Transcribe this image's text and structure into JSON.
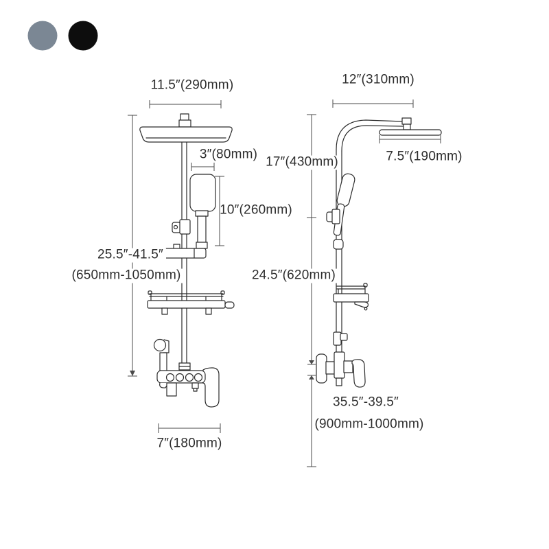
{
  "product_diagram": {
    "color_swatches": [
      {
        "name": "grey",
        "color": "#7b8794"
      },
      {
        "name": "black",
        "color": "#0d0d0d"
      }
    ],
    "line_color": "#2b2b2b",
    "dim_line_color": "#4a4a4a",
    "front_view": {
      "dimensions": {
        "head_width": "11.5″(290mm)",
        "hand_shower_width": "3″(80mm)",
        "hand_shower_height": "10″(260mm)",
        "riser_height_in": "25.5″-41.5″",
        "riser_height_mm": "(650mm-1050mm)",
        "faucet_width": "7″(180mm)"
      }
    },
    "side_view": {
      "dimensions": {
        "top_offset": "12″(310mm)",
        "head_depth": "7.5″(190mm)",
        "upper_height": "17″(430mm)",
        "mid_height": "24.5″(620mm)",
        "install_height_in": "35.5″-39.5″",
        "install_height_mm": "(900mm-1000mm)"
      }
    }
  }
}
